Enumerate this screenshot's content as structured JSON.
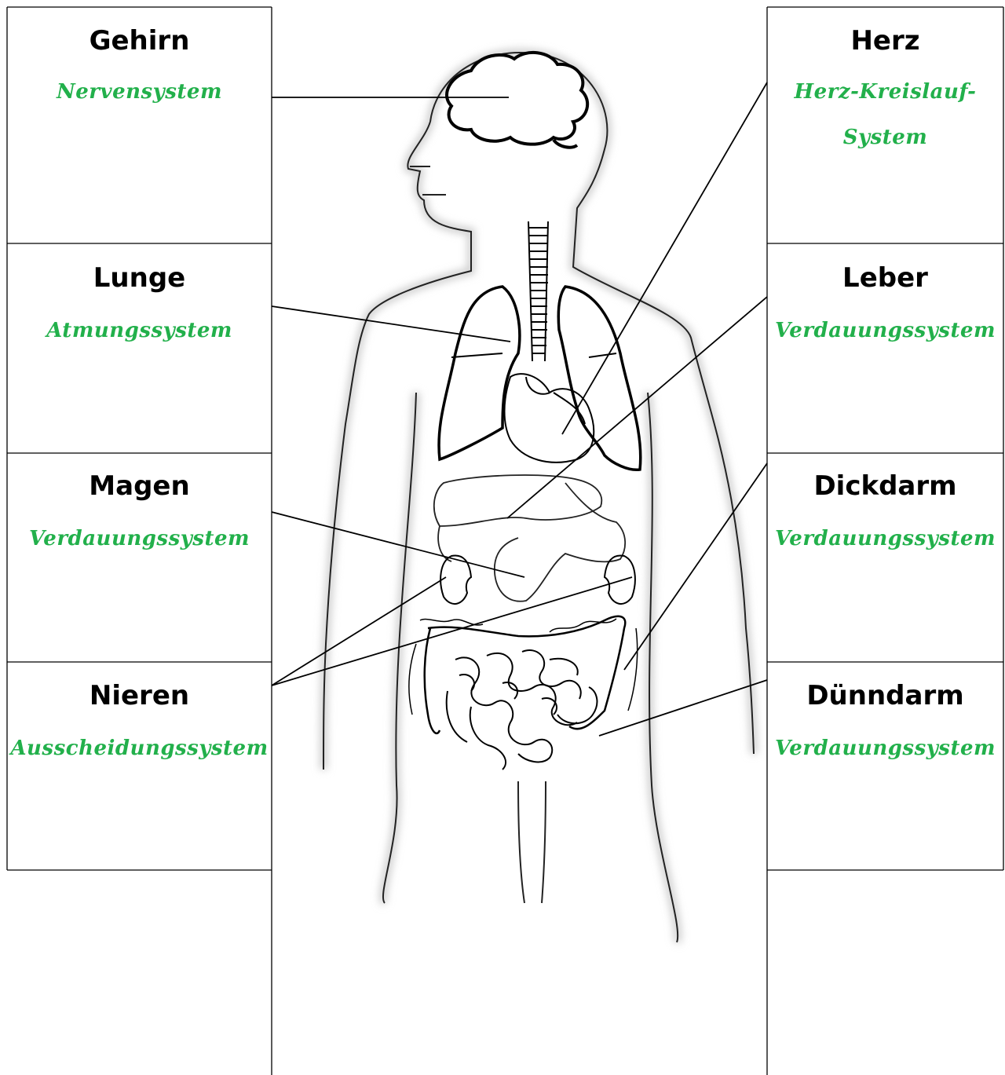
{
  "left_boxes": [
    {
      "organ": "Gehirn",
      "system": "Nervensystem"
    },
    {
      "organ": "Lunge",
      "system": "Atmungssystem"
    },
    {
      "organ": "Magen",
      "system": "Verdauungssystem"
    },
    {
      "organ": "Nieren",
      "system": "Ausscheidungssystem"
    }
  ],
  "right_boxes": [
    {
      "organ": "Herz",
      "system": "Herz-Kreislauf-System"
    },
    {
      "organ": "Leber",
      "system": "Verdauungssystem"
    },
    {
      "organ": "Dickdarm",
      "system": "Verdauungssystem"
    },
    {
      "organ": "Dünndarm",
      "system": "Verdauungssystem"
    }
  ],
  "colors": {
    "system_text": "#22b04b",
    "lines": "#000000"
  }
}
